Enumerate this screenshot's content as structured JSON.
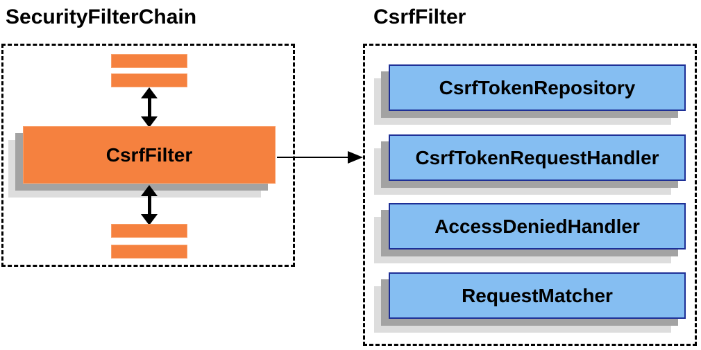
{
  "left_panel": {
    "title": "SecurityFilterChain",
    "filter_box_label": "CsrfFilter"
  },
  "right_panel": {
    "title": "CsrfFilter",
    "components": [
      {
        "label": "CsrfTokenRepository"
      },
      {
        "label": "CsrfTokenRequestHandler"
      },
      {
        "label": "AccessDeniedHandler"
      },
      {
        "label": "RequestMatcher"
      }
    ]
  },
  "colors": {
    "orange": "#f5813f",
    "blue": "#85bef2",
    "navy": "#1d2f96",
    "shadow_dark": "#a3a3a3",
    "shadow_light": "#dddddd",
    "border": "#000000",
    "text": "#000000"
  }
}
